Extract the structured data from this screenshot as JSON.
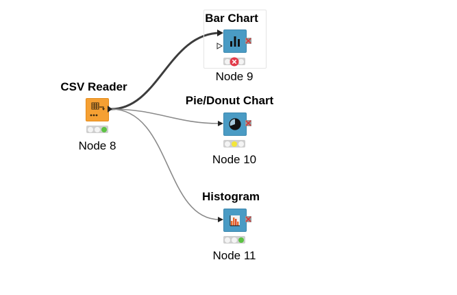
{
  "workflow": {
    "nodes": [
      {
        "id": "csv",
        "title": "CSV Reader",
        "label": "Node 8",
        "kind": "reader",
        "status": "executed"
      },
      {
        "id": "bar",
        "title": "Bar Chart",
        "label": "Node 9",
        "kind": "bar-view",
        "status": "error"
      },
      {
        "id": "pie",
        "title": "Pie/Donut Chart",
        "label": "Node 10",
        "kind": "pie-view",
        "status": "configured"
      },
      {
        "id": "hist",
        "title": "Histogram",
        "label": "Node 11",
        "kind": "histogram-view",
        "status": "executed"
      }
    ]
  },
  "colors": {
    "reader_node": "#f5a033",
    "view_node": "#4a9bc4",
    "status_green": "#5cc243",
    "status_yellow": "#f3e63a",
    "status_red": "#e23a4a",
    "connection_selected": "#3c3c3c",
    "connection_default": "#8a8a8a"
  }
}
